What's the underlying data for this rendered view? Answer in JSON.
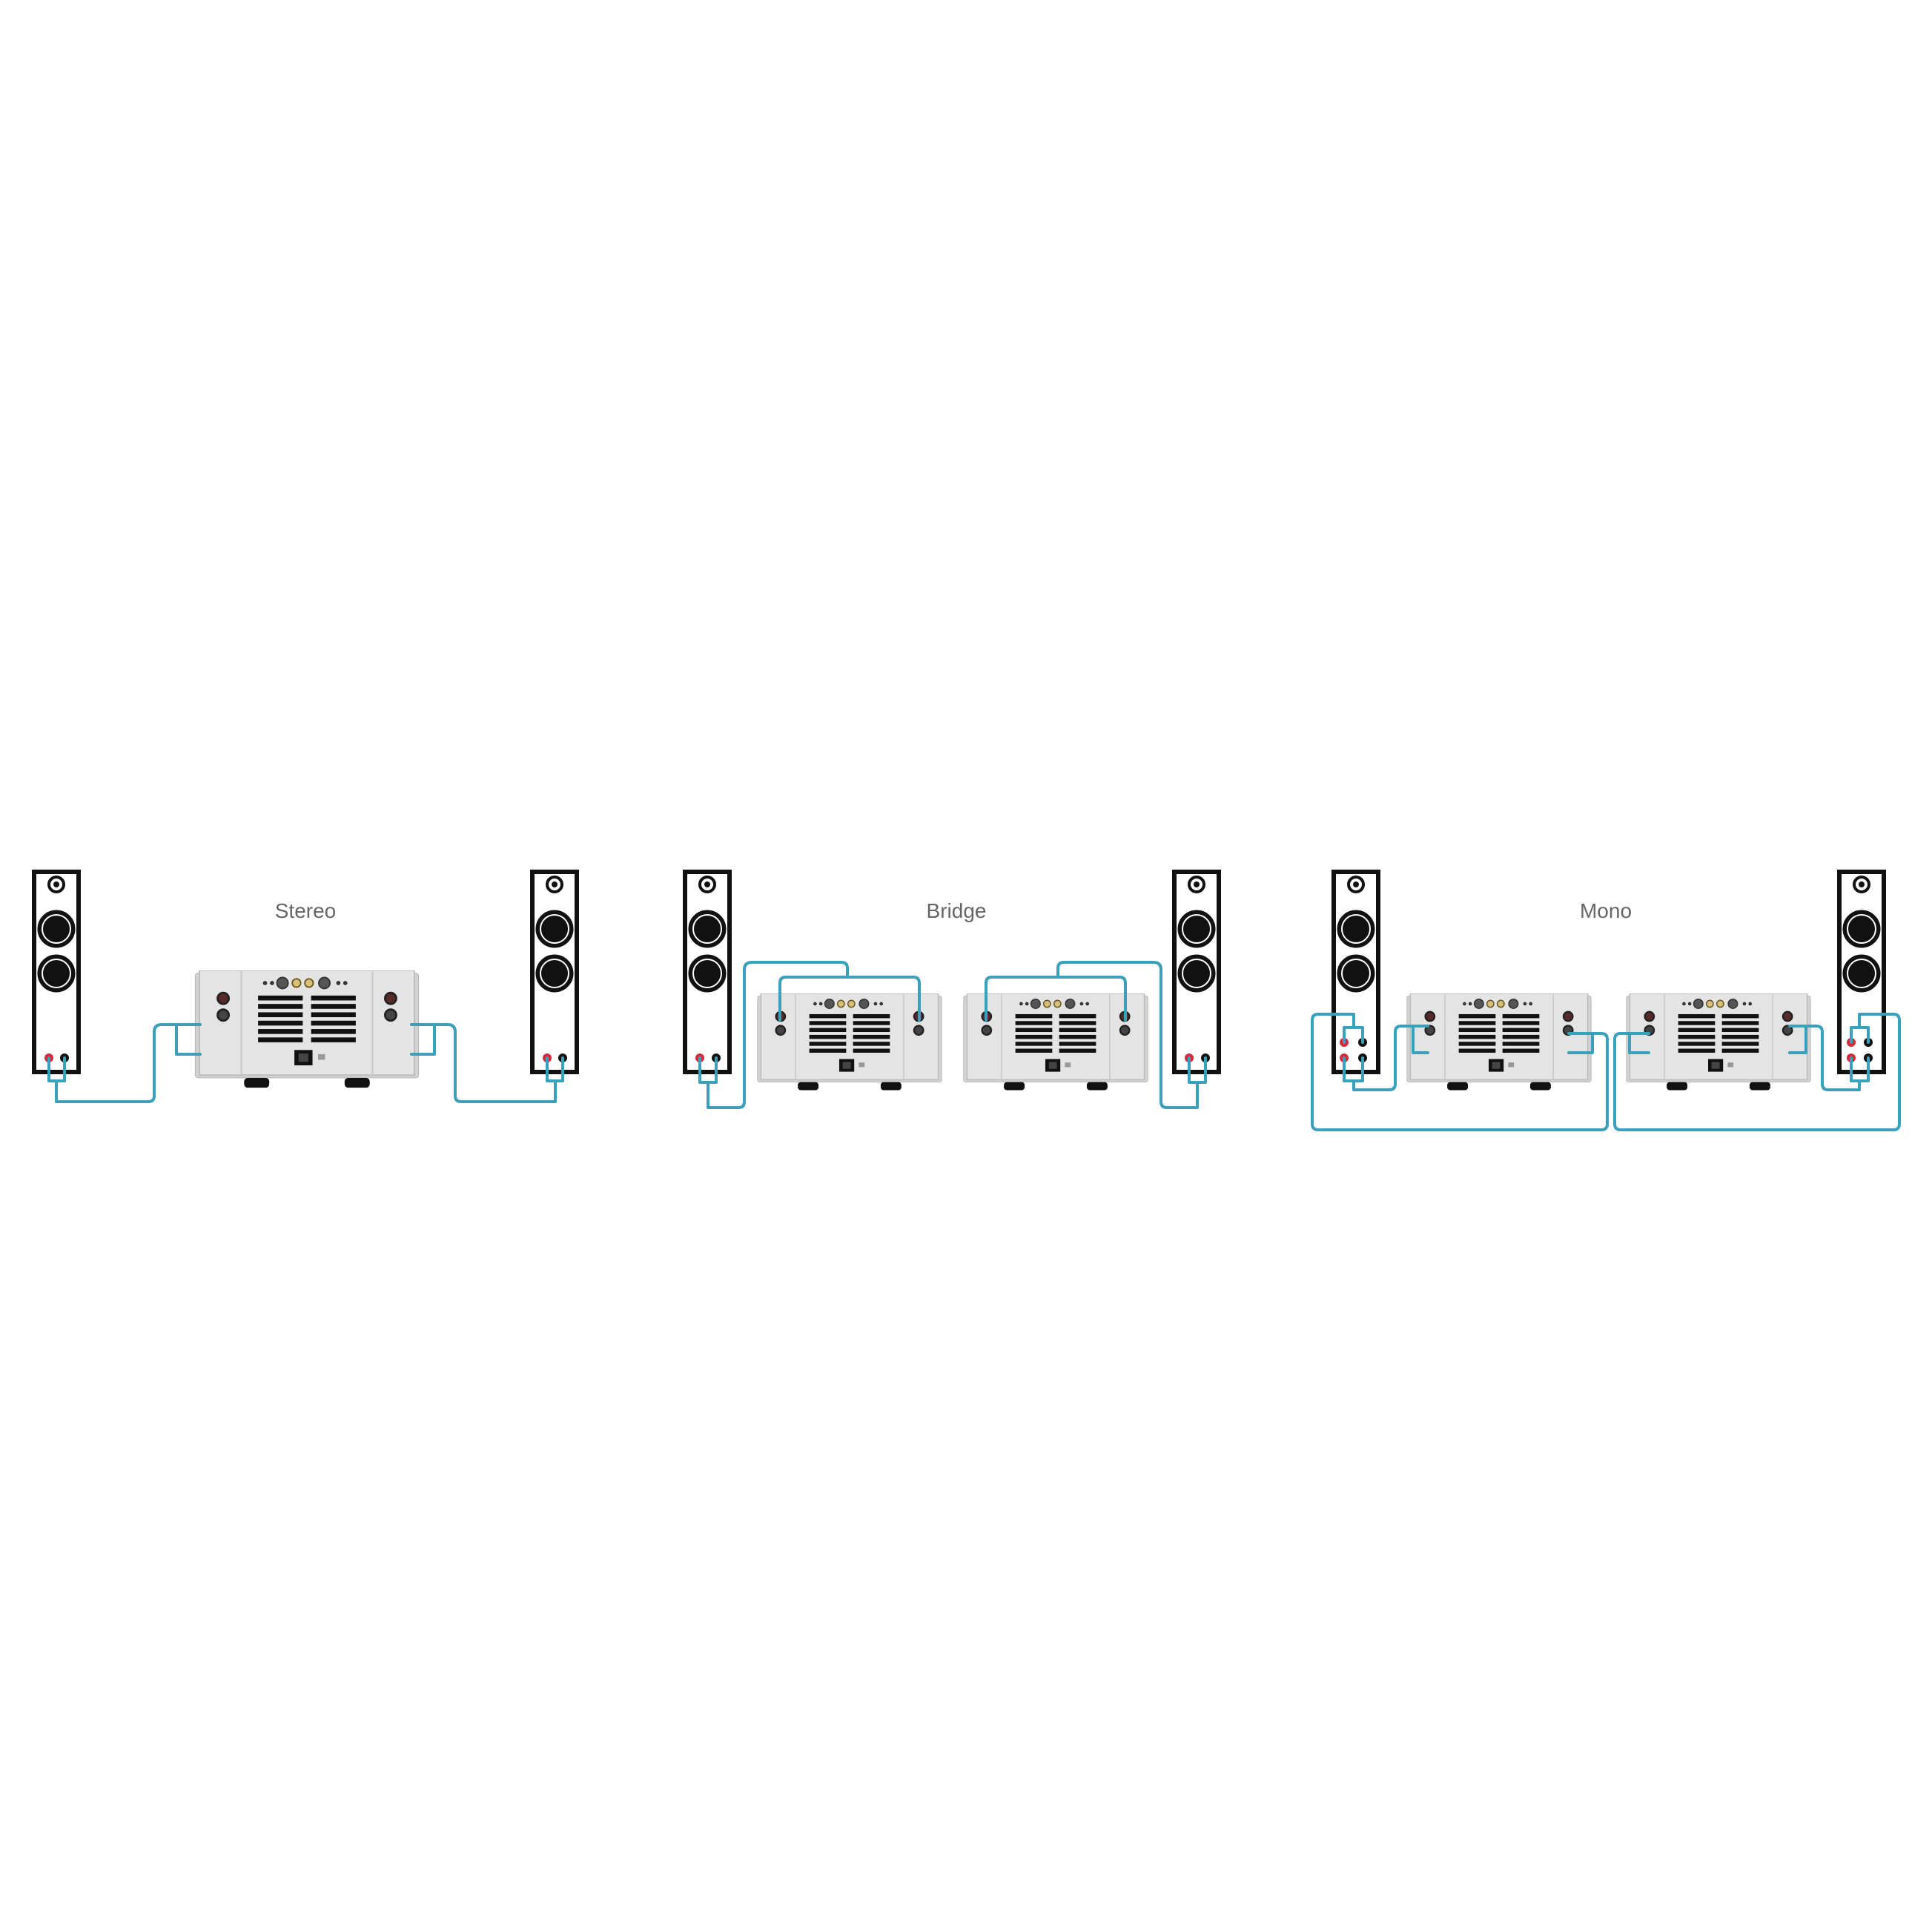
{
  "labels": {
    "stereo": "Stereo",
    "bridge": "Bridge",
    "mono": "Mono"
  },
  "colors": {
    "cable": "#3aa0bb",
    "terminal_positive": "#d42a3a",
    "terminal_negative": "#111111",
    "label": "#666666",
    "speaker_outline": "#111111",
    "amp_chassis": "#e4e4e4"
  },
  "icons": {
    "speaker": "floor-standing-speaker-icon",
    "amplifier": "power-amplifier-rear-panel-icon"
  }
}
